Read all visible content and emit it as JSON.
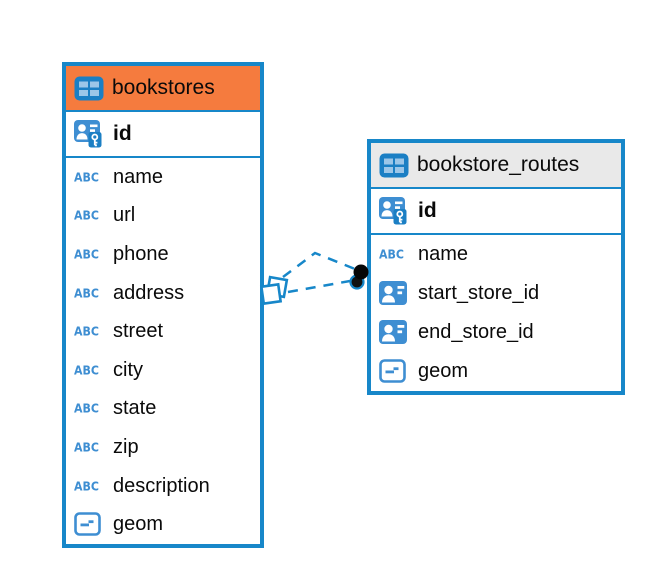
{
  "colors": {
    "accent_blue": "#1787c9",
    "icon_blue": "#3e8ed2",
    "icon_blue_dark": "#1b7fc4",
    "icon_blue_light": "#9cc6e8",
    "selected_header_orange": "#f57b3e",
    "header_gray": "#e9e9e9",
    "text_black": "#0a0a0a"
  },
  "icon_labels": {
    "text_type": "ABC"
  },
  "tables": [
    {
      "name": "bookstores",
      "selected": true,
      "columns": [
        {
          "name": "id",
          "icon": "primary-key-icon",
          "primary": true
        },
        {
          "name": "name",
          "icon": "text-type-icon"
        },
        {
          "name": "url",
          "icon": "text-type-icon"
        },
        {
          "name": "phone",
          "icon": "text-type-icon"
        },
        {
          "name": "address",
          "icon": "text-type-icon"
        },
        {
          "name": "street",
          "icon": "text-type-icon"
        },
        {
          "name": "city",
          "icon": "text-type-icon"
        },
        {
          "name": "state",
          "icon": "text-type-icon"
        },
        {
          "name": "zip",
          "icon": "text-type-icon"
        },
        {
          "name": "description",
          "icon": "text-type-icon"
        },
        {
          "name": "geom",
          "icon": "geometry-type-icon"
        }
      ]
    },
    {
      "name": "bookstore_routes",
      "selected": false,
      "columns": [
        {
          "name": "id",
          "icon": "primary-key-icon",
          "primary": true
        },
        {
          "name": "name",
          "icon": "text-type-icon"
        },
        {
          "name": "start_store_id",
          "icon": "reference-icon"
        },
        {
          "name": "end_store_id",
          "icon": "reference-icon"
        },
        {
          "name": "geom",
          "icon": "geometry-type-icon"
        }
      ]
    }
  ],
  "relationships": [
    {
      "from": "bookstores",
      "to": "bookstore_routes"
    },
    {
      "from": "bookstores",
      "to": "bookstore_routes"
    }
  ]
}
